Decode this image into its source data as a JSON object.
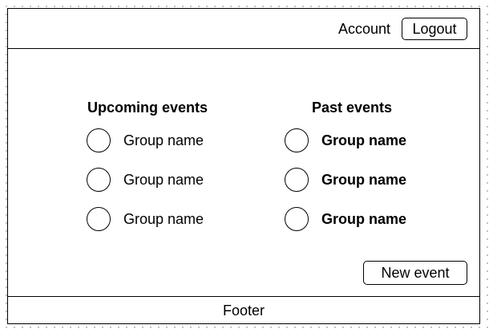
{
  "header": {
    "account_label": "Account",
    "logout_label": "Logout"
  },
  "upcoming": {
    "title": "Upcoming events",
    "items": [
      {
        "label": "Group name"
      },
      {
        "label": "Group name"
      },
      {
        "label": "Group name"
      }
    ]
  },
  "past": {
    "title": "Past events",
    "items": [
      {
        "label": "Group name"
      },
      {
        "label": "Group name"
      },
      {
        "label": "Group name"
      }
    ]
  },
  "actions": {
    "new_event_label": "New event"
  },
  "footer": {
    "label": "Footer"
  }
}
